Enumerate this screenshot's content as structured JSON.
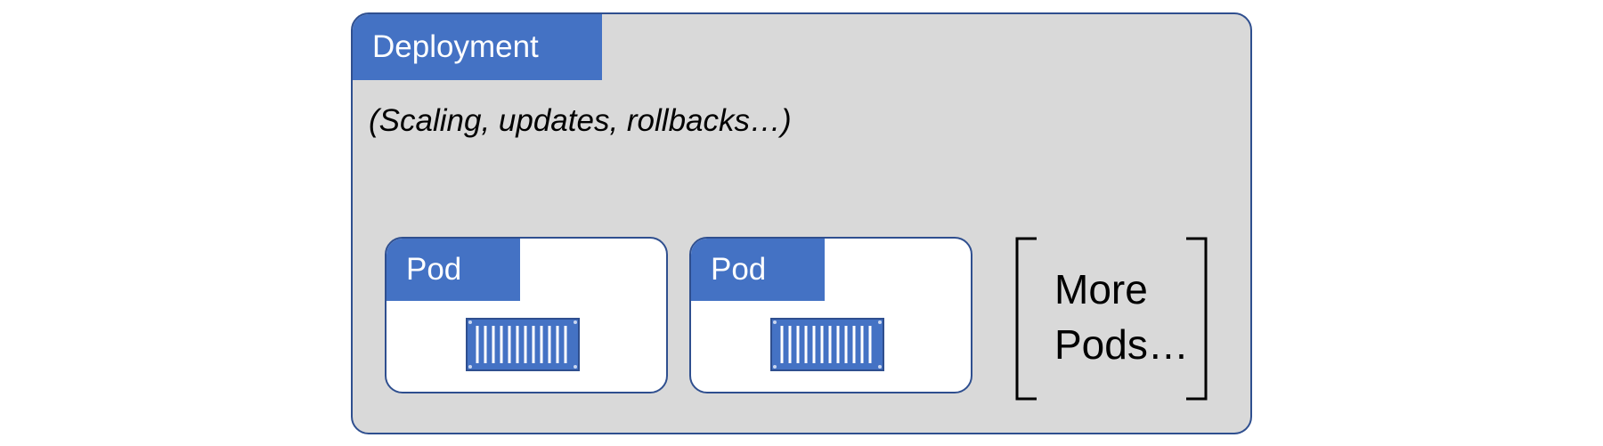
{
  "deployment": {
    "title": "Deployment",
    "subtitle": "(Scaling, updates, rollbacks…)"
  },
  "pods": [
    {
      "label": "Pod",
      "icon": "container-icon"
    },
    {
      "label": "Pod",
      "icon": "container-icon"
    }
  ],
  "more_pods": {
    "line1": "More",
    "line2": "Pods…"
  },
  "colors": {
    "accent": "#4472c4",
    "border": "#2f4f8f",
    "panel": "#d9d9d9"
  }
}
